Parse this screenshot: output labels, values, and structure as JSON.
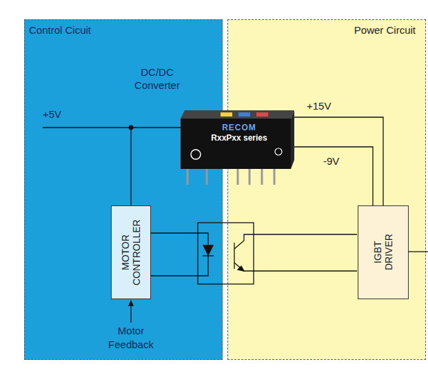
{
  "diagram": {
    "nodes": [
      {
        "text": [
          "Control Cicuit"
        ]
      },
      {
        "text": [
          "Power Circuit"
        ]
      },
      {
        "text": [
          "MOTOR CONTROLLER"
        ],
        "in": 0
      },
      {
        "text": [
          "IGBT DRIVER"
        ],
        "in": 1
      },
      {
        "text": [
          "DC/DC Converter",
          "RECOM",
          "RxxPxx series"
        ]
      }
    ],
    "edges": [
      {
        "from": 4,
        "to": 2,
        "arrow": "none"
      },
      {
        "from": 4,
        "to": 3,
        "label": "+15V",
        "arrow": "none"
      },
      {
        "from": 4,
        "to": 3,
        "label": "-9V",
        "arrow": "none"
      }
    ],
    "labels": [
      "+5V",
      "Motor Feedback"
    ]
  }
}
